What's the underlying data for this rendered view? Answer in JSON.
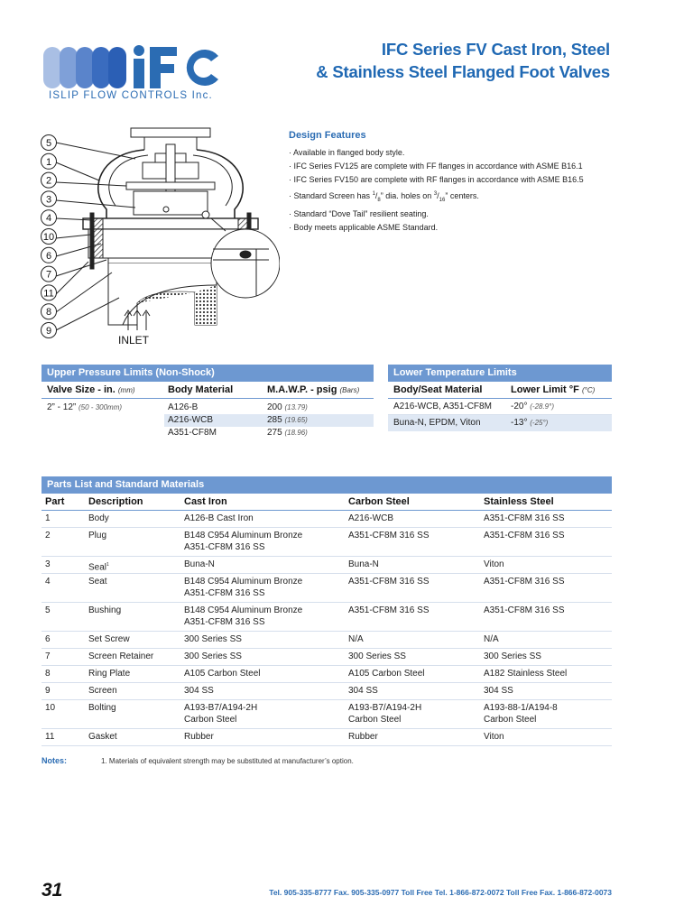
{
  "header": {
    "logo_text": "iFC",
    "company_name": "ISLIP FLOW CONTROLS Inc.",
    "title_line1": "IFC Series FV Cast Iron, Steel",
    "title_line2": "& Stainless Steel Flanged Foot Valves"
  },
  "diagram": {
    "callouts": [
      "5",
      "1",
      "2",
      "3",
      "4",
      "10",
      "6",
      "7",
      "11",
      "8",
      "9"
    ],
    "inlet_label": "INLET"
  },
  "features": {
    "heading": "Design Features",
    "items": [
      "· Available in flanged body style.",
      "· IFC Series FV125 are complete with FF flanges in accordance with ASME B16.1",
      "· IFC Series FV150 are complete with RF flanges in accordance with ASME B16.5"
    ],
    "screen_pre": "· Standard Screen has ",
    "screen_frac1_num": "1",
    "screen_frac1_den": "8",
    "screen_mid": "” dia. holes on ",
    "screen_frac2_num": "3",
    "screen_frac2_den": "16",
    "screen_post": "” centers.",
    "items_after": [
      "· Standard “Dove Tail” resilient seating.",
      "· Body meets applicable ASME Standard."
    ]
  },
  "upper_table": {
    "title": "Upper Pressure Limits (Non-Shock)",
    "col_size": "Valve Size - in.",
    "col_size_unit": "(mm)",
    "col_material": "Body Material",
    "col_mawp": "M.A.W.P. - psig",
    "col_mawp_unit": "(Bars)",
    "size_value": "2” - 12”",
    "size_mm": "(50 - 300mm)",
    "rows": [
      {
        "material": "A126-B",
        "psig": "200",
        "bars": "(13.79)"
      },
      {
        "material": "A216-WCB",
        "psig": "285",
        "bars": "(19.65)"
      },
      {
        "material": "A351-CF8M",
        "psig": "275",
        "bars": "(18.96)"
      }
    ]
  },
  "lower_table": {
    "title": "Lower Temperature Limits",
    "col_material": "Body/Seat Material",
    "col_limit": "Lower Limit °F",
    "col_limit_unit": "(°C)",
    "rows": [
      {
        "material": "A216-WCB, A351-CF8M",
        "limit": "-20°",
        "c": "(-28.9°)"
      },
      {
        "material": "Buna-N, EPDM, Viton",
        "limit": "-13°",
        "c": "(-25°)"
      }
    ]
  },
  "parts_table": {
    "title": "Parts List and Standard Materials",
    "columns": [
      "Part",
      "Description",
      "Cast Iron",
      "Carbon Steel",
      "Stainless Steel"
    ],
    "rows": [
      {
        "part": "1",
        "desc": "Body",
        "ci1": "A126-B Cast Iron",
        "ci2": "",
        "cs1": "A216-WCB",
        "cs2": "",
        "ss1": "A351-CF8M 316 SS",
        "ss2": ""
      },
      {
        "part": "2",
        "desc": "Plug",
        "ci1": "B148 C954 Aluminum Bronze",
        "ci2": "A351-CF8M 316 SS",
        "cs1": "A351-CF8M 316 SS",
        "cs2": "",
        "ss1": "A351-CF8M 316 SS",
        "ss2": ""
      },
      {
        "part": "3",
        "desc": "Seal",
        "ci1": "Buna-N",
        "ci2": "",
        "cs1": "Buna-N",
        "cs2": "",
        "ss1": "Viton",
        "ss2": ""
      },
      {
        "part": "4",
        "desc": "Seat",
        "ci1": "B148 C954 Aluminum Bronze",
        "ci2": "A351-CF8M 316 SS",
        "cs1": "A351-CF8M 316 SS",
        "cs2": "",
        "ss1": "A351-CF8M 316 SS",
        "ss2": ""
      },
      {
        "part": "5",
        "desc": "Bushing",
        "ci1": "B148 C954 Aluminum Bronze",
        "ci2": "A351-CF8M 316 SS",
        "cs1": "A351-CF8M 316 SS",
        "cs2": "",
        "ss1": "A351-CF8M 316 SS",
        "ss2": ""
      },
      {
        "part": "6",
        "desc": "Set Screw",
        "ci1": "300 Series SS",
        "ci2": "",
        "cs1": "N/A",
        "cs2": "",
        "ss1": "N/A",
        "ss2": ""
      },
      {
        "part": "7",
        "desc": "Screen Retainer",
        "ci1": "300 Series SS",
        "ci2": "",
        "cs1": "300 Series SS",
        "cs2": "",
        "ss1": "300 Series SS",
        "ss2": ""
      },
      {
        "part": "8",
        "desc": "Ring Plate",
        "ci1": "A105 Carbon Steel",
        "ci2": "",
        "cs1": "A105 Carbon Steel",
        "cs2": "",
        "ss1": "A182 Stainless Steel",
        "ss2": ""
      },
      {
        "part": "9",
        "desc": "Screen",
        "ci1": "304 SS",
        "ci2": "",
        "cs1": "304 SS",
        "cs2": "",
        "ss1": "304 SS",
        "ss2": ""
      },
      {
        "part": "10",
        "desc": "Bolting",
        "ci1": "A193-B7/A194-2H",
        "ci2": "Carbon Steel",
        "cs1": "A193-B7/A194-2H",
        "cs2": "Carbon Steel",
        "ss1": "A193-88-1/A194-8",
        "ss2": "Carbon Steel"
      },
      {
        "part": "11",
        "desc": "Gasket",
        "ci1": "Rubber",
        "ci2": "",
        "cs1": "Rubber",
        "cs2": "",
        "ss1": "Viton",
        "ss2": ""
      }
    ],
    "seal_footnote": "1"
  },
  "notes": {
    "label": "Notes:",
    "text": "1.   Materials of equivalent strength may be substituted at manufacturer’s option."
  },
  "footer": {
    "page_number": "31",
    "contact": "Tel. 905-335-8777   Fax. 905-335-0977   Toll Free Tel. 1-866-872-0072   Toll Free Fax. 1-866-872-0073"
  },
  "colors": {
    "brand_blue": "#2b6cb3",
    "table_header": "#6d98d1",
    "row_shade": "#dfe8f4"
  }
}
